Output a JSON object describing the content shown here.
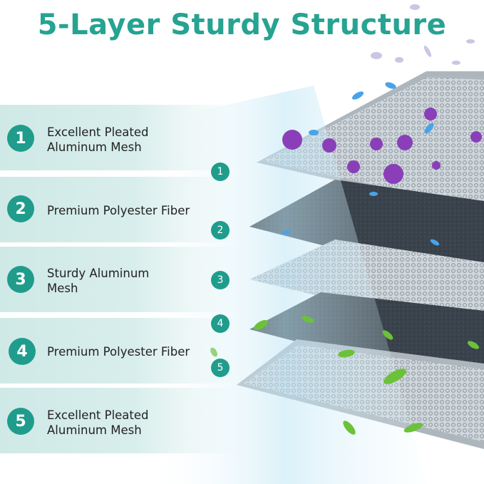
{
  "title": "5-Layer Sturdy Structure",
  "layers": [
    {
      "number": "1",
      "line1": "Excellent Pleated",
      "line2": "Aluminum Mesh"
    },
    {
      "number": "2",
      "line1": "Premium Polyester Fiber",
      "line2": ""
    },
    {
      "number": "3",
      "line1": "Sturdy Aluminum",
      "line2": "Mesh"
    },
    {
      "number": "4",
      "line1": "Premium Polyester Fiber",
      "line2": ""
    },
    {
      "number": "5",
      "line1": "Excellent Pleated",
      "line2": "Aluminum Mesh"
    }
  ],
  "colors": {
    "accent": "#26a391",
    "badge": "#1f9c8c",
    "panel": "#d5ecea",
    "virus": "#8a3fb8",
    "leaf": "#6cc13a"
  }
}
